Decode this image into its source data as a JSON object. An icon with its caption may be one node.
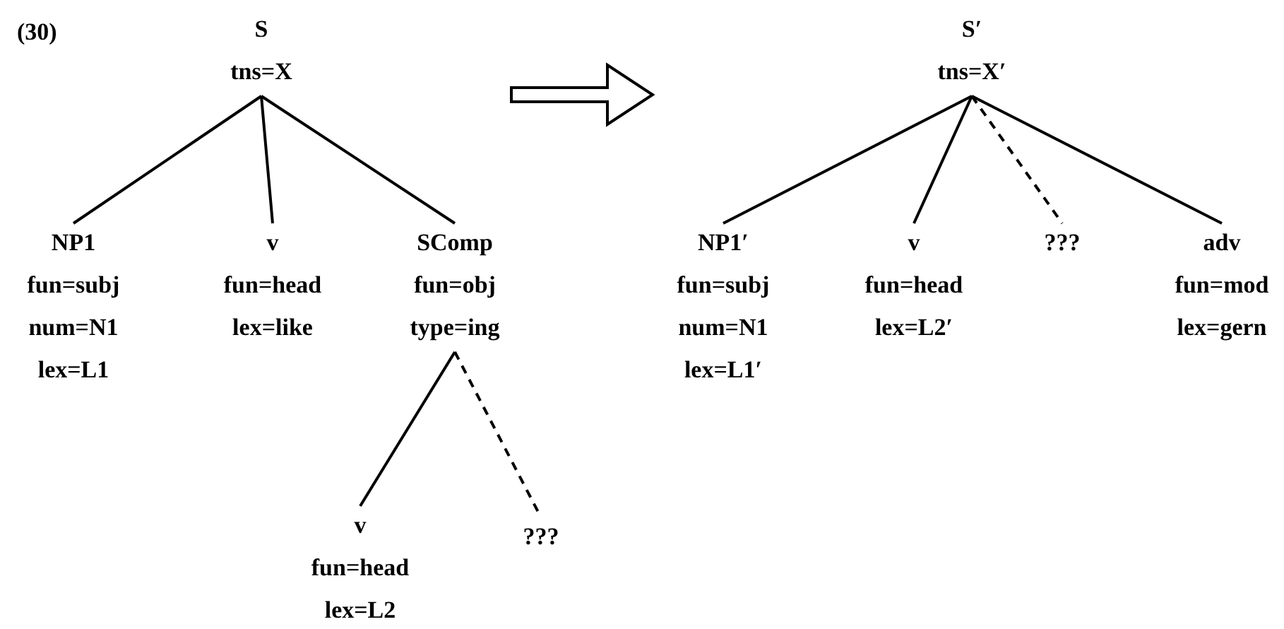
{
  "diagram": {
    "nodes": [
      {
        "text": [
          "S",
          "tns=X"
        ]
      },
      {
        "text": [
          "NP1",
          "fun=subj",
          "num=N1",
          "lex=L1"
        ]
      },
      {
        "text": [
          "v",
          "fun=head",
          "lex=like"
        ]
      },
      {
        "text": [
          "SComp",
          "fun=obj",
          "type=ing"
        ]
      },
      {
        "text": [
          "v",
          "fun=head",
          "lex=L2"
        ]
      },
      {
        "text": [
          "???"
        ]
      },
      {
        "text": [
          "S′",
          "tns=X′"
        ]
      },
      {
        "text": [
          "NP1′",
          "fun=subj",
          "num=N1",
          "lex=L1′"
        ]
      },
      {
        "text": [
          "v",
          "fun=head",
          "lex=L2′"
        ]
      },
      {
        "text": [
          "???"
        ]
      },
      {
        "text": [
          "adv",
          "fun=mod",
          "lex=gern"
        ]
      }
    ],
    "edges": [
      {
        "from": 0,
        "to": 1,
        "arrow": "none"
      },
      {
        "from": 0,
        "to": 2,
        "arrow": "none"
      },
      {
        "from": 0,
        "to": 3,
        "arrow": "none"
      },
      {
        "from": 3,
        "to": 4,
        "arrow": "none"
      },
      {
        "from": 3,
        "to": 5,
        "arrow": "none",
        "style": "dashed"
      },
      {
        "from": 6,
        "to": 7,
        "arrow": "none"
      },
      {
        "from": 6,
        "to": 8,
        "arrow": "none"
      },
      {
        "from": 6,
        "to": 9,
        "arrow": "none",
        "style": "dashed"
      },
      {
        "from": 6,
        "to": 10,
        "arrow": "none"
      }
    ],
    "labels": [
      "(30)"
    ]
  }
}
